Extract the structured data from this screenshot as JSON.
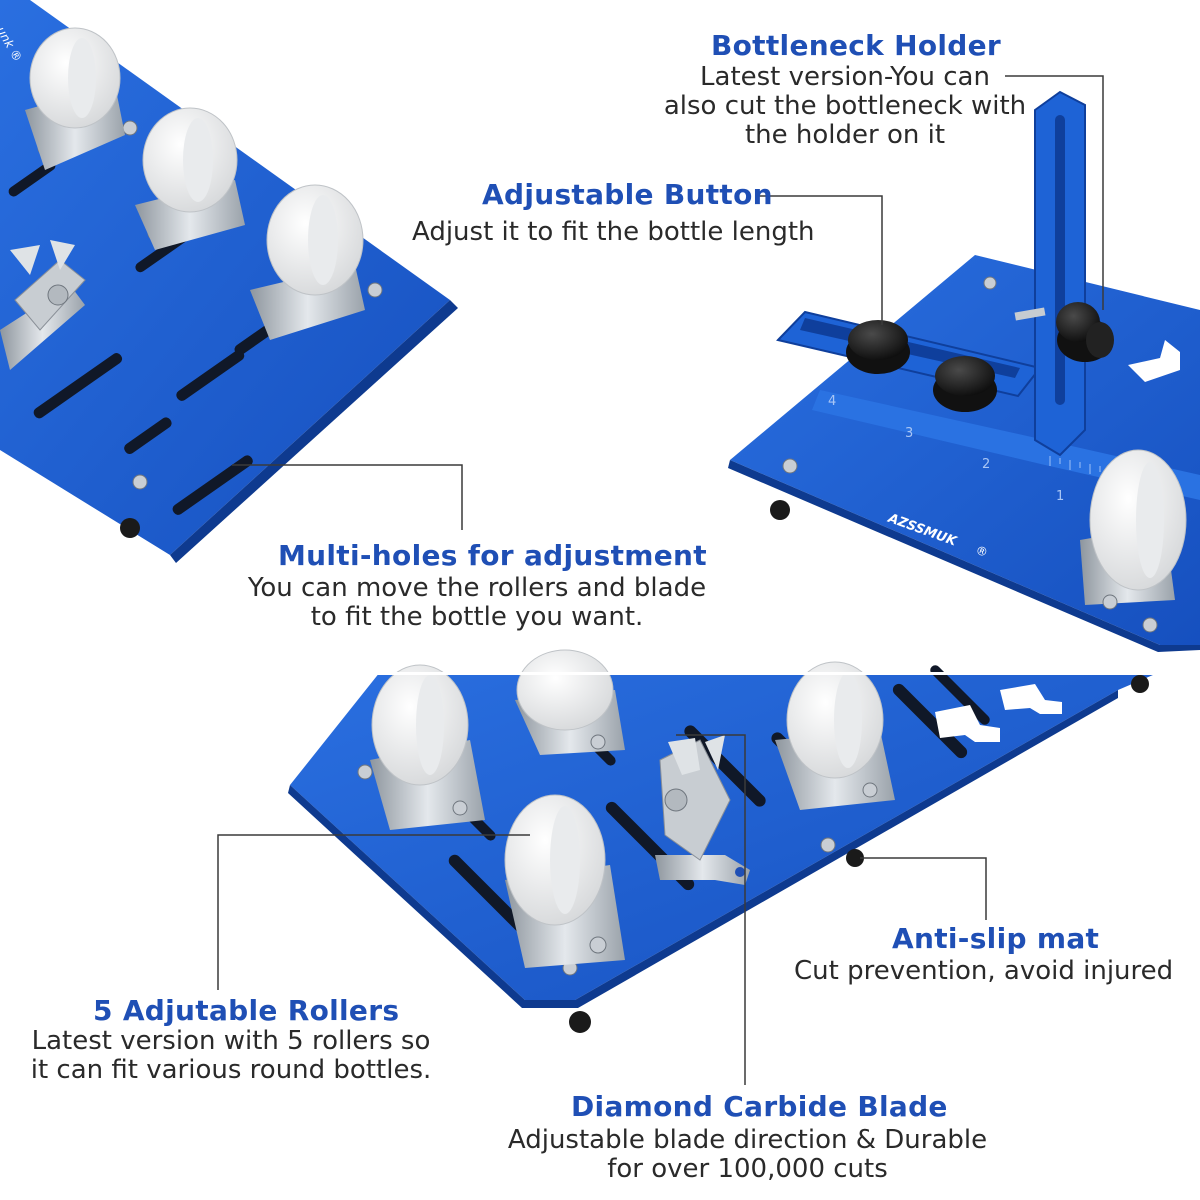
{
  "colors": {
    "board": "#1c5fd0",
    "board_dark": "#0f3f9c",
    "heading": "#1f4fb5",
    "body_text": "#2a2a2a",
    "leader": "#3a3a3a"
  },
  "brand": "AZSSMUK",
  "brand_mark": "®",
  "scale_digits": [
    "4",
    "3",
    "2",
    "1"
  ],
  "callouts": {
    "bottleneck": {
      "title": "Bottleneck Holder",
      "lines": [
        "Latest version-You can",
        "also cut the bottleneck with",
        "the holder on it"
      ]
    },
    "adjustable_button": {
      "title": "Adjustable Button",
      "lines": [
        "Adjust it to fit the bottle length"
      ]
    },
    "multi_holes": {
      "title": "Multi-holes for adjustment",
      "lines": [
        "You can move the rollers and blade",
        "to fit the bottle you want."
      ]
    },
    "anti_slip": {
      "title": "Anti-slip mat",
      "lines": [
        "Cut prevention, avoid injured"
      ]
    },
    "rollers": {
      "title": "5 Adjutable Rollers",
      "lines": [
        "Latest version with 5 rollers so",
        "it can fit various round bottles."
      ]
    },
    "blade": {
      "title": "Diamond Carbide Blade",
      "lines": [
        "Adjustable blade direction & Durable",
        "for over 100,000 cuts"
      ]
    }
  }
}
